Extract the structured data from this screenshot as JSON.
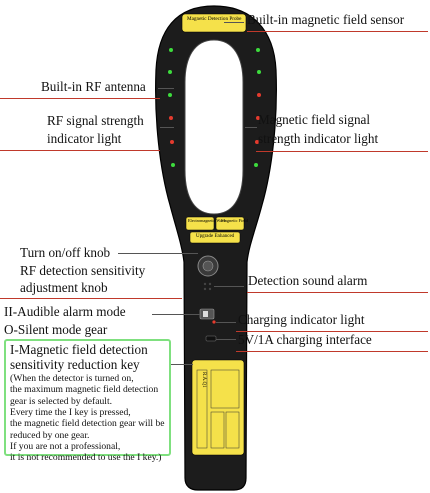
{
  "device": {
    "top_badge": "Magnetic Detection Probe",
    "mid_badge_left": "Electromagnetic Wave",
    "mid_badge_right": "Magnetic Field",
    "mid_badge_bottom": "Upgrade Enhanced",
    "panel_text": "R.A.Q1"
  },
  "labels": {
    "magnetic_sensor": "Built-in magnetic field sensor",
    "rf_antenna": "Built-in RF antenna",
    "rf_strength_1": "RF signal strength",
    "rf_strength_2": "indicator light",
    "mag_strength_1": "Magnetic field signal",
    "mag_strength_2": "strength indicator light",
    "knob_1": "Turn on/off knob",
    "knob_2": "RF detection sensitivity",
    "knob_3": "adjustment knob",
    "alarm": "Detection sound alarm",
    "mode_1": "II-Audible alarm mode",
    "mode_2": "O-Silent mode gear",
    "charging_light": "Charging indicator light",
    "charging_iface": "5V/1A charging interface"
  },
  "key_box": {
    "title_1": "I-Magnetic field detection",
    "title_2": "sensitivity reduction key",
    "lines": [
      "(When the detector is turned on,",
      "the maximum magnetic field detection",
      "gear is selected by default.",
      "Every time the I key is pressed,",
      "the magnetic field detection gear will be",
      "reduced by one gear.",
      "If you are not a professional,",
      "it is not recommended to use the I key.)"
    ]
  },
  "colors": {
    "body": "#1c1c1c",
    "led_green": "#3ddc3d",
    "led_red": "#e53b2e",
    "badge_yellow": "#f5e14a",
    "key_border": "#7fe07f",
    "leader_red": "#c0392b"
  }
}
